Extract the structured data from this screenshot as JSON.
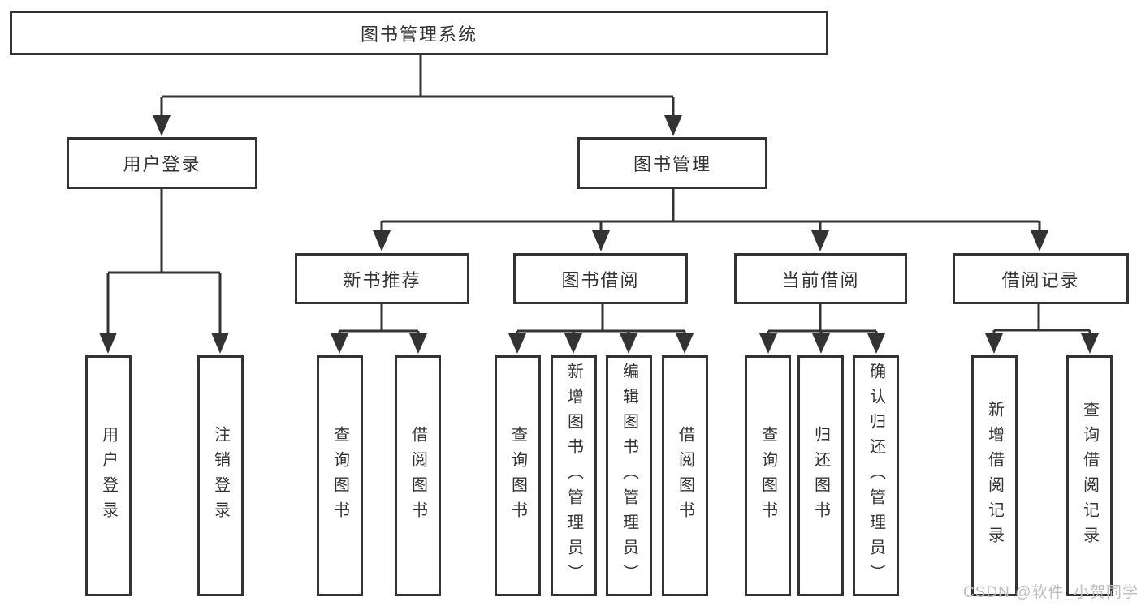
{
  "tree": {
    "label": "图书管理系统",
    "children": [
      {
        "label": "用户登录",
        "children": [
          {
            "label": "用户登录"
          },
          {
            "label": "注销登录"
          }
        ]
      },
      {
        "label": "图书管理",
        "children": [
          {
            "label": "新书推荐",
            "children": [
              {
                "label": "查询图书"
              },
              {
                "label": "借阅图书"
              }
            ]
          },
          {
            "label": "图书借阅",
            "children": [
              {
                "label": "查询图书"
              },
              {
                "label": "新增图书（管理员）"
              },
              {
                "label": "编辑图书（管理员）"
              },
              {
                "label": "借阅图书"
              }
            ]
          },
          {
            "label": "当前借阅",
            "children": [
              {
                "label": "查询图书"
              },
              {
                "label": "归还图书"
              },
              {
                "label": "确认归还（管理员）"
              }
            ]
          },
          {
            "label": "借阅记录",
            "children": [
              {
                "label": "新增借阅记录"
              },
              {
                "label": "查询借阅记录"
              }
            ]
          }
        ]
      }
    ]
  },
  "watermark": "CSDN @软件_小贺同学",
  "colors": {
    "line": "#333333",
    "text": "#333333",
    "box_background": "#ffffff",
    "watermark": "#bdbdbd"
  }
}
